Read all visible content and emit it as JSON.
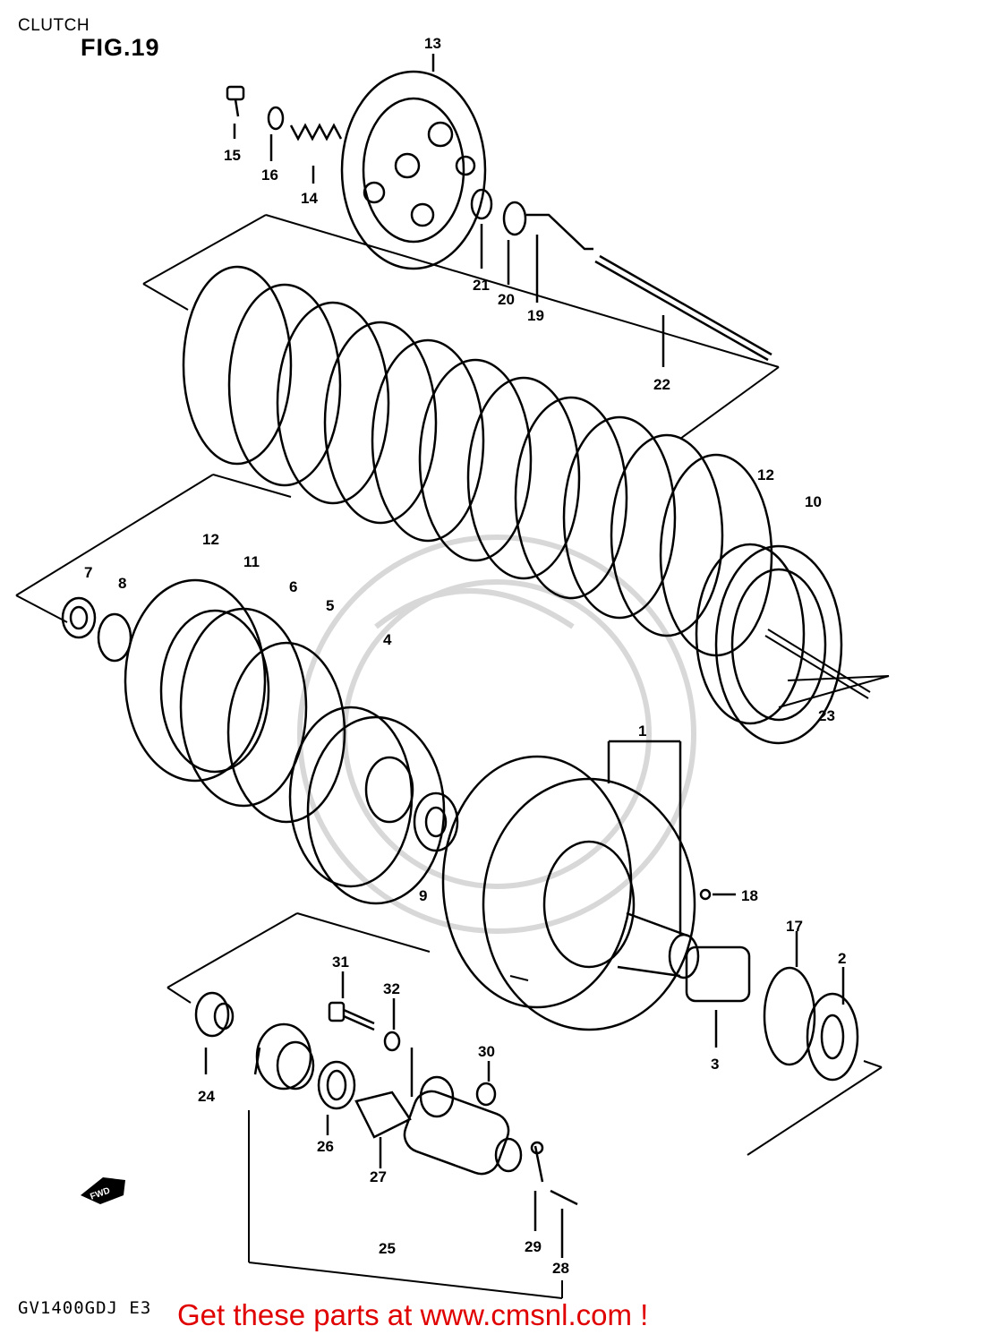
{
  "header": {
    "title": "CLUTCH",
    "figure": "FIG.19"
  },
  "callouts": [
    {
      "id": "13",
      "text": "13"
    },
    {
      "id": "15",
      "text": "15"
    },
    {
      "id": "16",
      "text": "16"
    },
    {
      "id": "14",
      "text": "14"
    },
    {
      "id": "21",
      "text": "21"
    },
    {
      "id": "20",
      "text": "20"
    },
    {
      "id": "19",
      "text": "19"
    },
    {
      "id": "22",
      "text": "22"
    },
    {
      "id": "12a",
      "text": "12"
    },
    {
      "id": "10",
      "text": "10"
    },
    {
      "id": "12b",
      "text": "12"
    },
    {
      "id": "11",
      "text": "11"
    },
    {
      "id": "7",
      "text": "7"
    },
    {
      "id": "8",
      "text": "8"
    },
    {
      "id": "6",
      "text": "6"
    },
    {
      "id": "5",
      "text": "5"
    },
    {
      "id": "4",
      "text": "4"
    },
    {
      "id": "23",
      "text": "23"
    },
    {
      "id": "1",
      "text": "1"
    },
    {
      "id": "9",
      "text": "9"
    },
    {
      "id": "18",
      "text": "18"
    },
    {
      "id": "17",
      "text": "17"
    },
    {
      "id": "2",
      "text": "2"
    },
    {
      "id": "3",
      "text": "3"
    },
    {
      "id": "31",
      "text": "31"
    },
    {
      "id": "32",
      "text": "32"
    },
    {
      "id": "30",
      "text": "30"
    },
    {
      "id": "24",
      "text": "24"
    },
    {
      "id": "26",
      "text": "26"
    },
    {
      "id": "27",
      "text": "27"
    },
    {
      "id": "25",
      "text": "25"
    },
    {
      "id": "29",
      "text": "29"
    },
    {
      "id": "28",
      "text": "28"
    }
  ],
  "direction_marker": "FWD",
  "footer": {
    "model_code": "GV1400GDJ E3",
    "link_text": "Get these parts at www.cmsnl.com !"
  },
  "colors": {
    "ink": "#000000",
    "link": "#e00000",
    "watermark": "#d8d8d8"
  }
}
